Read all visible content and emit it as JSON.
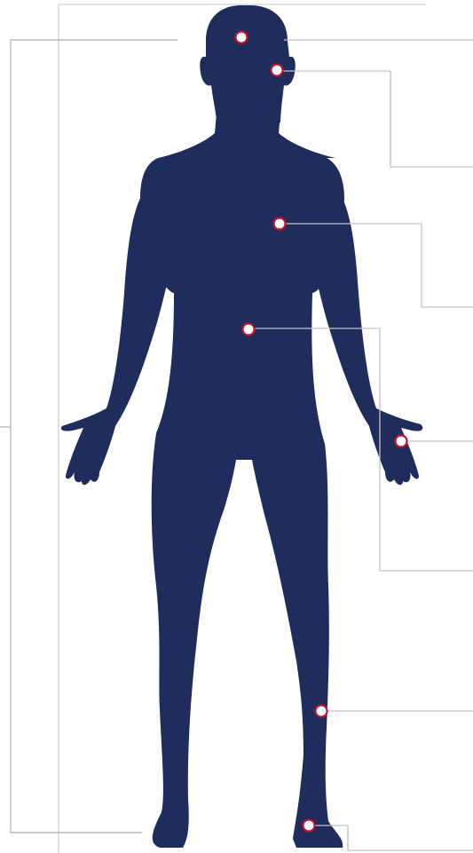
{
  "figure": {
    "silhouette_color": "#1f2d5c",
    "marker_fill": "#ffffff",
    "marker_stroke": "#c8102e",
    "line_color": "#c4c4c4"
  },
  "markers": [
    {
      "id": "head"
    },
    {
      "id": "jaw"
    },
    {
      "id": "chest"
    },
    {
      "id": "abdomen"
    },
    {
      "id": "hand"
    },
    {
      "id": "lower-leg"
    },
    {
      "id": "ankle"
    }
  ]
}
